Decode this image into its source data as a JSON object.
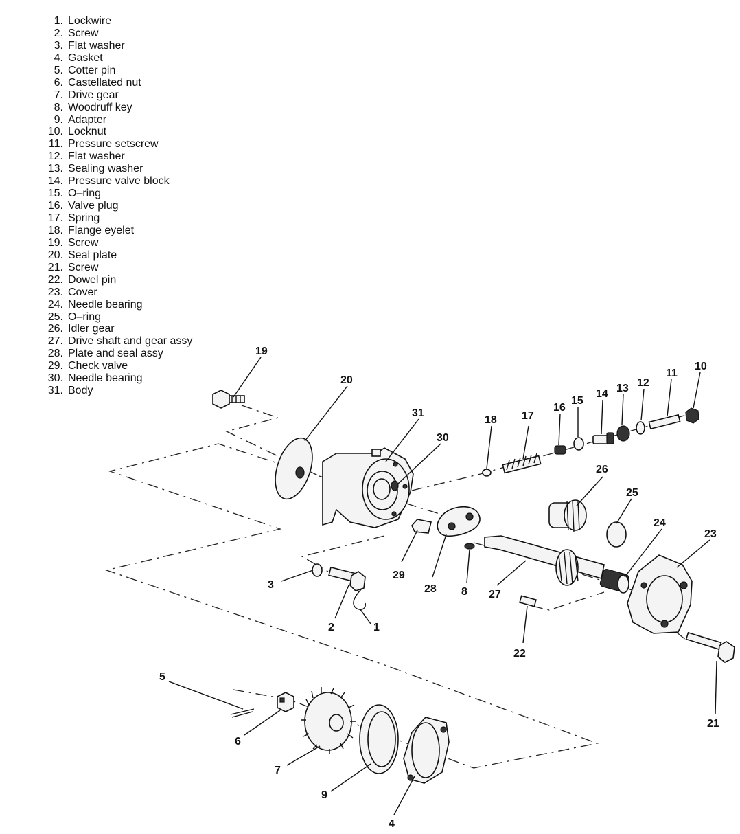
{
  "legend": [
    {
      "num": "1.",
      "label": "Lockwire"
    },
    {
      "num": "2.",
      "label": "Screw"
    },
    {
      "num": "3.",
      "label": "Flat washer"
    },
    {
      "num": "4.",
      "label": "Gasket"
    },
    {
      "num": "5.",
      "label": "Cotter pin"
    },
    {
      "num": "6.",
      "label": "Castellated nut"
    },
    {
      "num": "7.",
      "label": "Drive gear"
    },
    {
      "num": "8.",
      "label": "Woodruff key"
    },
    {
      "num": "9.",
      "label": "Adapter"
    },
    {
      "num": "10.",
      "label": "Locknut"
    },
    {
      "num": "11.",
      "label": "Pressure setscrew"
    },
    {
      "num": "12.",
      "label": "Flat washer"
    },
    {
      "num": "13.",
      "label": "Sealing washer"
    },
    {
      "num": "14.",
      "label": "Pressure valve block"
    },
    {
      "num": "15.",
      "label": "O–ring"
    },
    {
      "num": "16.",
      "label": "Valve plug"
    },
    {
      "num": "17.",
      "label": "Spring"
    },
    {
      "num": "18.",
      "label": "Flange eyelet"
    },
    {
      "num": "19.",
      "label": "Screw"
    },
    {
      "num": "20.",
      "label": "Seal plate"
    },
    {
      "num": "21.",
      "label": "Screw"
    },
    {
      "num": "22.",
      "label": "Dowel pin"
    },
    {
      "num": "23.",
      "label": "Cover"
    },
    {
      "num": "24.",
      "label": "Needle bearing"
    },
    {
      "num": "25.",
      "label": "O–ring"
    },
    {
      "num": "26.",
      "label": "Idler gear"
    },
    {
      "num": "27.",
      "label": "Drive shaft and gear assy"
    },
    {
      "num": "28.",
      "label": "Plate and seal assy"
    },
    {
      "num": "29.",
      "label": "Check valve"
    },
    {
      "num": "30.",
      "label": "Needle bearing"
    },
    {
      "num": "31.",
      "label": "Body"
    }
  ],
  "callouts": {
    "c1": "1",
    "c2": "2",
    "c3": "3",
    "c4": "4",
    "c5": "5",
    "c6": "6",
    "c7": "7",
    "c8": "8",
    "c9": "9",
    "c10": "10",
    "c11": "11",
    "c12": "12",
    "c13": "13",
    "c14": "14",
    "c15": "15",
    "c16": "16",
    "c17": "17",
    "c18": "18",
    "c19": "19",
    "c20": "20",
    "c21": "21",
    "c22": "22",
    "c23": "23",
    "c24": "24",
    "c25": "25",
    "c26": "26",
    "c27": "27",
    "c28": "28",
    "c29": "29",
    "c30": "30",
    "c31": "31"
  }
}
